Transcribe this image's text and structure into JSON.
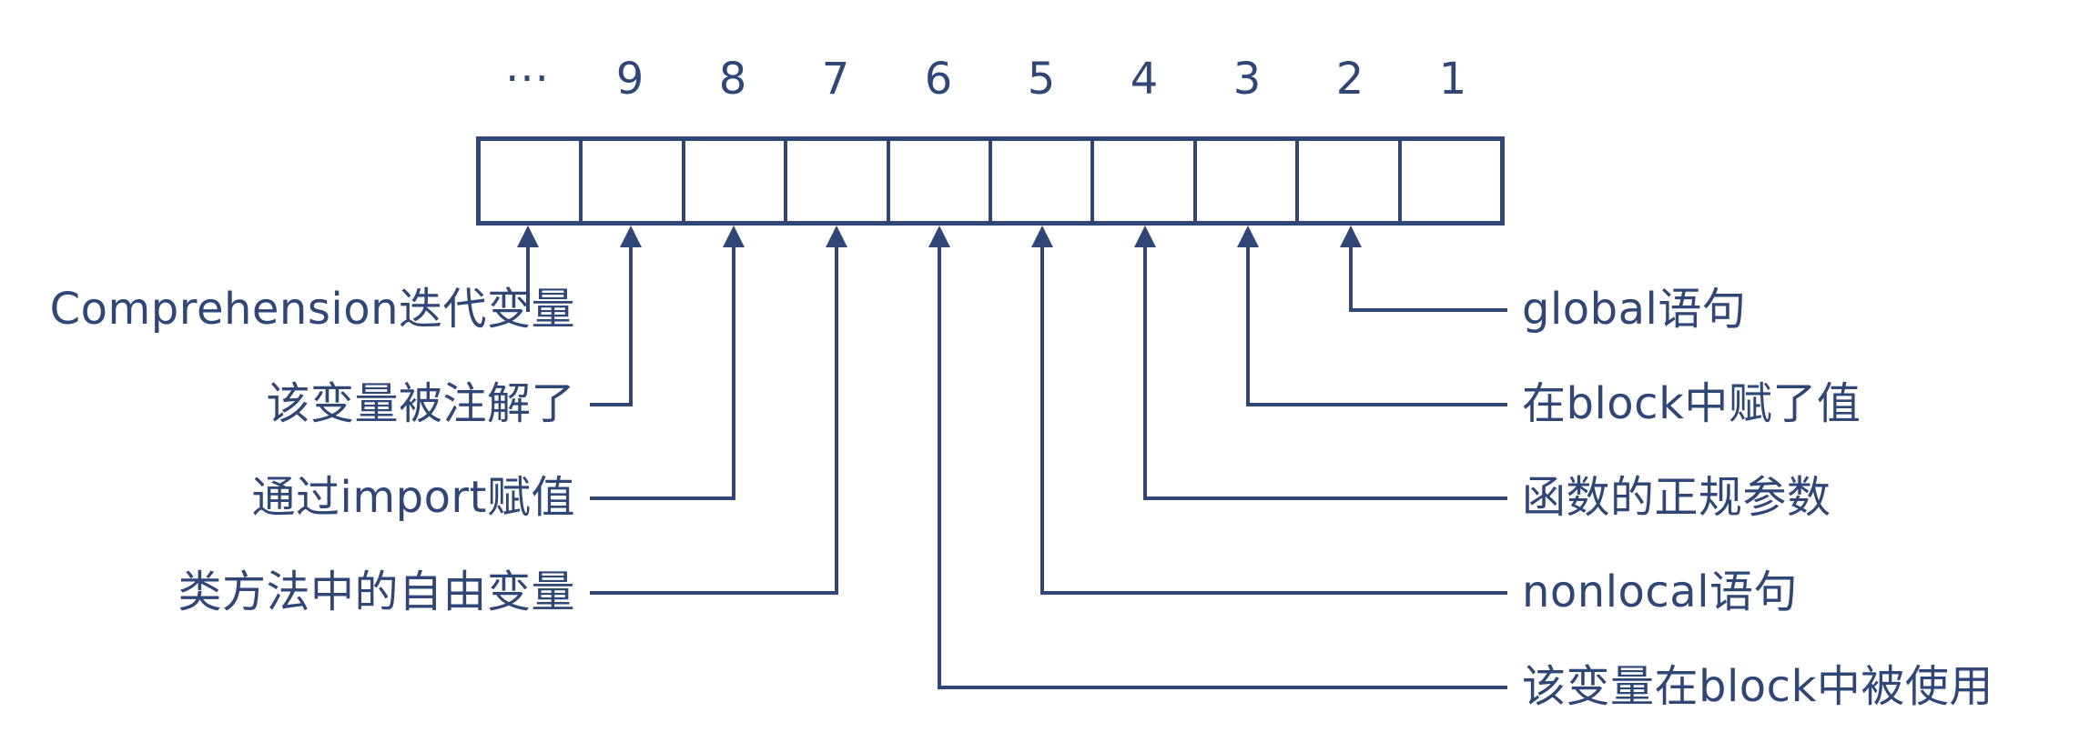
{
  "diagram": {
    "description_type": "bitfield-flags-diagram",
    "ink_color": "#304677",
    "background_color": "#ffffff",
    "bit_numbers": [
      "···",
      "9",
      "8",
      "7",
      "6",
      "5",
      "4",
      "3",
      "2",
      "1"
    ],
    "flags": [
      {
        "bit": 9,
        "side": "left",
        "label": "Comprehension迭代变量"
      },
      {
        "bit": 8,
        "side": "left",
        "label": "该变量被注解了"
      },
      {
        "bit": 7,
        "side": "left",
        "label": "通过import赋值"
      },
      {
        "bit": 6,
        "side": "left",
        "label": "类方法中的自由变量"
      },
      {
        "bit": 5,
        "side": "right",
        "label": "该变量在block中被使用"
      },
      {
        "bit": 4,
        "side": "right",
        "label": "nonlocal语句"
      },
      {
        "bit": 3,
        "side": "right",
        "label": "函数的正规参数"
      },
      {
        "bit": 2,
        "side": "right",
        "label": "在block中赋了值"
      },
      {
        "bit": 1,
        "side": "right",
        "label": "global语句"
      }
    ]
  }
}
